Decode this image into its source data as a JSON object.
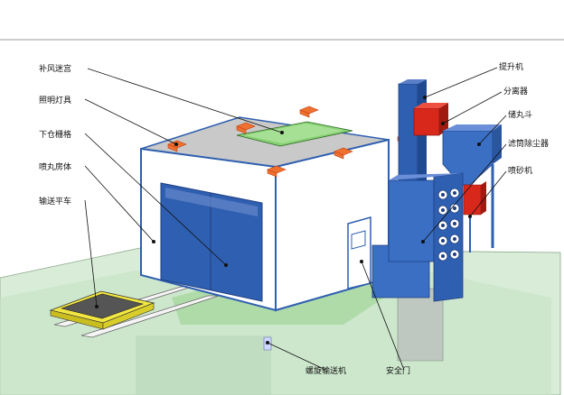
{
  "diagram": {
    "labels": {
      "makeup_air_labyrinth": "补风迷宫",
      "lighting_fixture": "照明灯具",
      "lower_grating": "下仓栅格",
      "blasting_room": "喷丸房体",
      "transfer_cart": "输送平车",
      "bucket_elevator": "提升机",
      "separator": "分离器",
      "shot_hopper": "储丸斗",
      "cartridge_dust_collector": "滤筒除尘器",
      "shot_blaster": "喷砂机",
      "screw_conveyor": "螺旋输送机",
      "safety_door": "安全门"
    },
    "colors": {
      "room_blue": "#2f5fb0",
      "floor_green": "#cfe8cf",
      "lamp_orange": "#f07030",
      "separator_red": "#d8281c",
      "cart_yellow": "#f2e640",
      "collector_blue": "#3a6fc4"
    }
  }
}
